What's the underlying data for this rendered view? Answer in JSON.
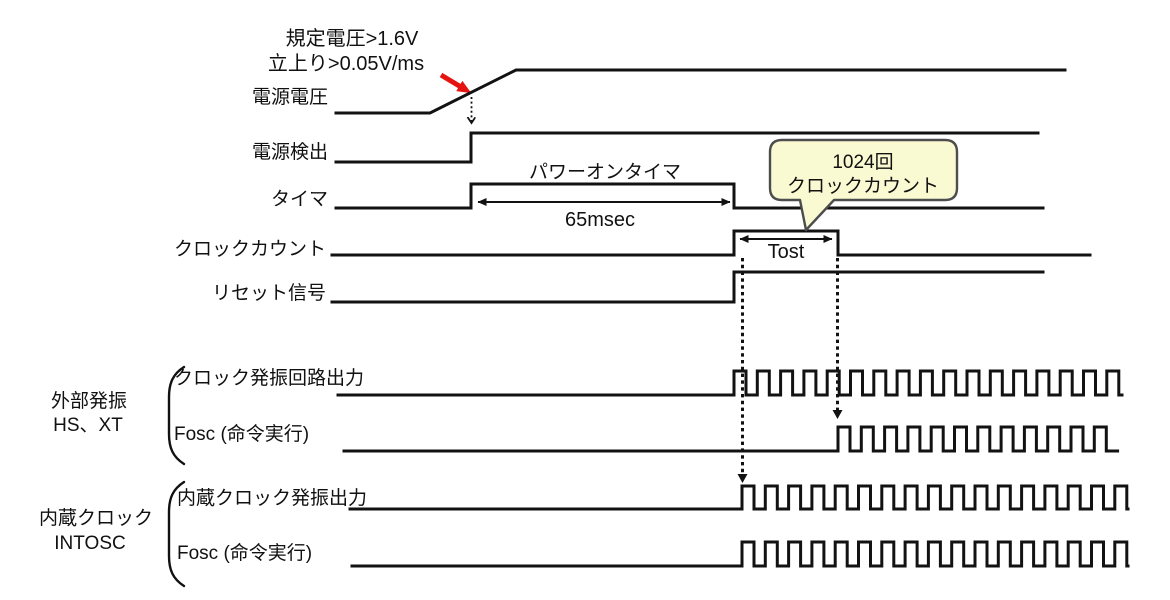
{
  "diagram": {
    "annotation": {
      "line1": "規定電圧>1.6V",
      "line2": "立上り>0.05V/ms"
    },
    "signals": {
      "power_voltage": "電源電圧",
      "power_detect": "電源検出",
      "timer": "タイマ",
      "clock_count": "クロックカウント",
      "reset": "リセット信号",
      "ext_clock_out": "クロック発振回路出力",
      "ext_fosc": "Fosc (命令実行)",
      "int_clock_out": "内蔵クロック発振出力",
      "int_fosc": "Fosc (命令実行)"
    },
    "groups": {
      "external": {
        "line1": "外部発振",
        "line2": "HS、XT"
      },
      "internal": {
        "line1": "内蔵クロック",
        "line2": "INTOSC"
      }
    },
    "measurements": {
      "power_on_timer": "パワーオンタイマ",
      "timer_duration": "65msec",
      "tost": "Tost"
    },
    "callout": {
      "line1": "1024回",
      "line2": "クロックカウント"
    },
    "colors": {
      "accent_red": "#e51410",
      "callout_fill": "#fafad2",
      "callout_border": "#4d4d4d",
      "line": "#121212"
    }
  }
}
